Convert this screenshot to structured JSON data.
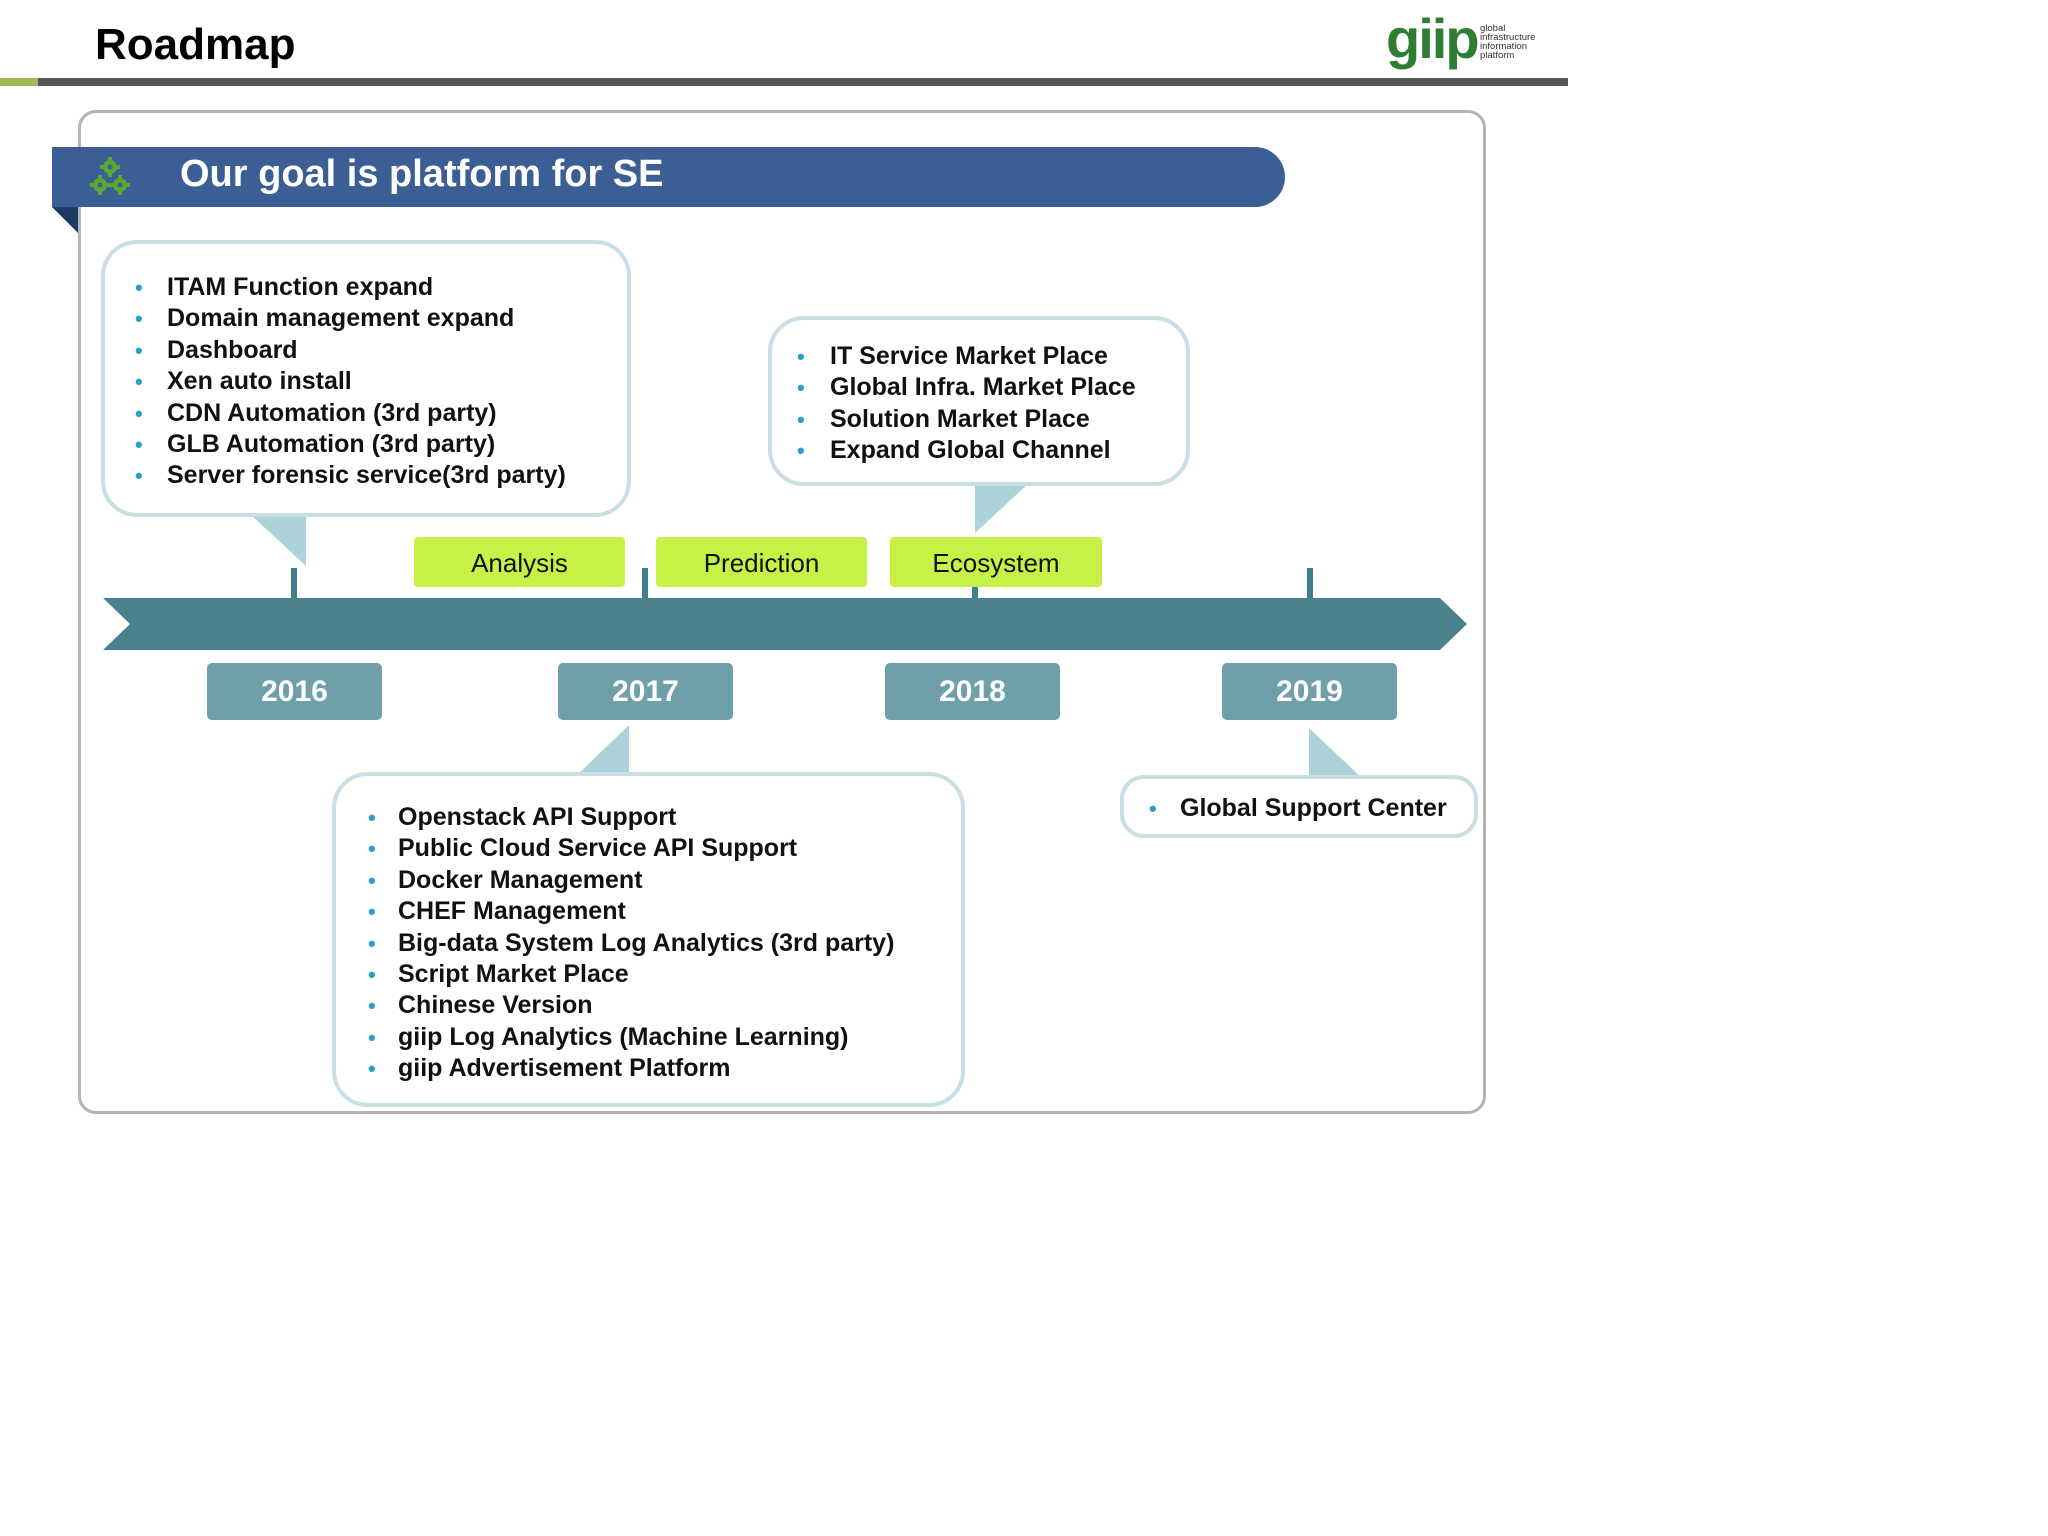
{
  "header": {
    "title": "Roadmap"
  },
  "logo": {
    "word": "giip",
    "tagline": [
      "global",
      "infrastructure",
      "information",
      "platform"
    ]
  },
  "banner": {
    "text": "Our goal is platform for SE"
  },
  "boxes": {
    "y2016": [
      "ITAM Function expand",
      "Domain management expand",
      "Dashboard",
      "Xen auto install",
      "CDN Automation (3rd party)",
      "GLB Automation (3rd party)",
      "Server forensic service(3rd party)"
    ],
    "y2017": [
      "Openstack API Support",
      "Public Cloud Service API Support",
      "Docker Management",
      "CHEF Management",
      "Big-data System Log Analytics (3rd party)",
      "Script Market Place",
      "Chinese Version",
      "giip Log Analytics (Machine Learning)",
      "giip Advertisement Platform"
    ],
    "y2018": [
      "IT Service Market Place",
      "Global Infra. Market Place",
      "Solution Market Place",
      "Expand Global Channel"
    ],
    "y2019": [
      "Global Support Center"
    ]
  },
  "phases": [
    "Analysis",
    "Prediction",
    "Ecosystem"
  ],
  "years": [
    "2016",
    "2017",
    "2018",
    "2019"
  ],
  "colors": {
    "banner": "#3b5f94",
    "arrow": "#4a818d",
    "phase": "#c6f247",
    "year": "#6f9fa8",
    "bullet": "#2aa0c8",
    "logo": "#2e7d32"
  }
}
